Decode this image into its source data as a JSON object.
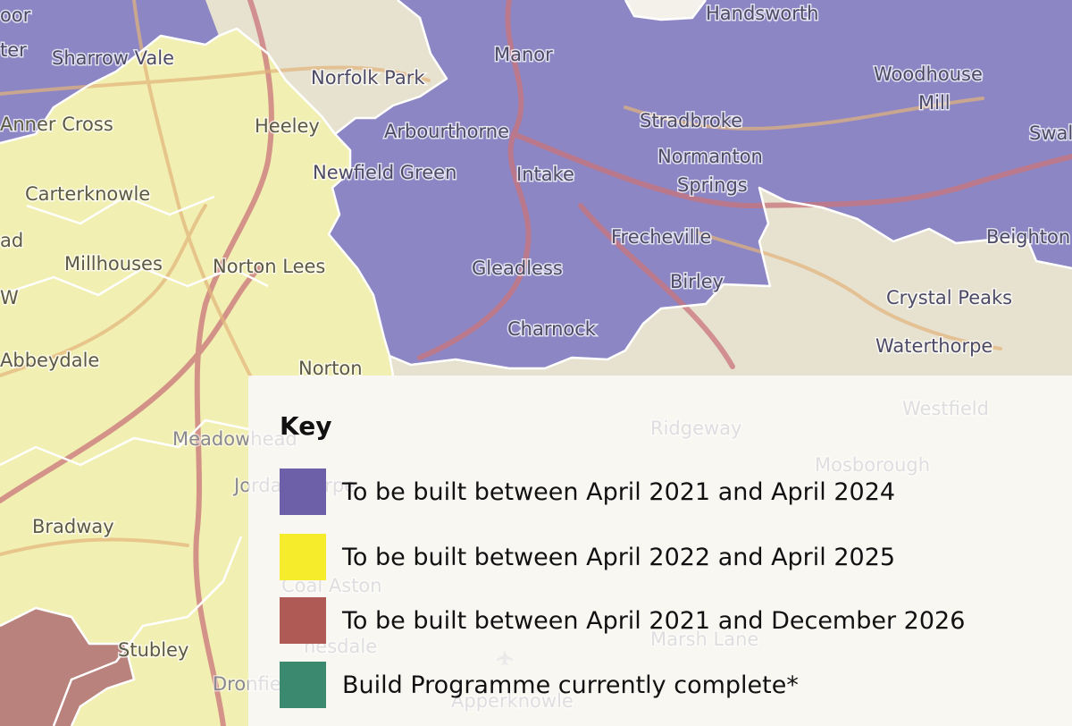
{
  "colors": {
    "purple_zone": "#8c86c4",
    "yellow_zone": "#f2efb2",
    "red_zone": "#b9827d",
    "base_land": "#e7e2cf",
    "boundary": "#ffffff",
    "road_major": "#c9747a",
    "road_secondary": "#e2b47a"
  },
  "map": {
    "places": [
      "Handsworth",
      "Sharrow Vale",
      "Manor",
      "Norfolk Park",
      "Woodhouse",
      "Mill",
      "Arbourthorne",
      "Stradbroke",
      "Heeley",
      "Anner Cross",
      "Swal",
      "Newfield Green",
      "Intake",
      "Normanton",
      "Springs",
      "Carterknowle",
      "Frecheville",
      "Beighton",
      "ad",
      "Millhouses",
      "Norton Lees",
      "Gleadless",
      "Birley",
      "Crystal Peaks",
      "Charnock",
      "Waterthorpe",
      "Abbeydale",
      "Norton",
      "Westfield",
      "Ridgeway",
      "Meadowhead",
      "Mosborough",
      "Jordanthorpe",
      "Bradway",
      "Coal Aston",
      "Dronfield",
      "Stubley",
      "Marsh Lane",
      "Apperknowle",
      "nesdale",
      "ter",
      "oor",
      "W"
    ]
  },
  "legend": {
    "title": "Key",
    "items": [
      {
        "label": "To be built between April 2021 and April 2024",
        "color": "#6d5fa8"
      },
      {
        "label": "To be built between April 2022 and April 2025",
        "color": "#f7ec2b"
      },
      {
        "label": "To be built between April 2021 and December 2026",
        "color": "#b05a55"
      },
      {
        "label": "Build Programme currently complete*",
        "color": "#3b8a6f"
      }
    ]
  }
}
